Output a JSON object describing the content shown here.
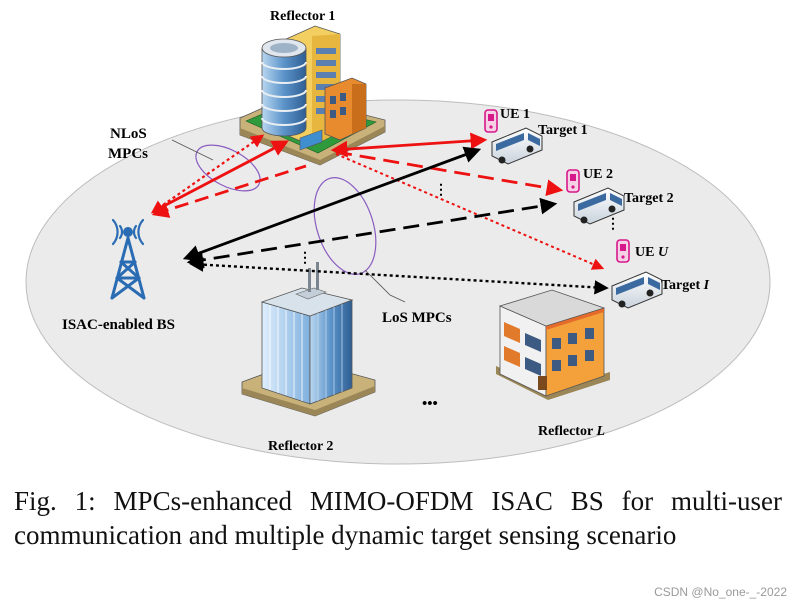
{
  "labels": {
    "reflector1": "Reflector 1",
    "reflector2": "Reflector 2",
    "reflector_l_prefix": "Reflector ",
    "reflector_l_var": "L",
    "nlos_line1": "NLoS",
    "nlos_line2": "MPCs",
    "los": "LoS MPCs",
    "bs": "ISAC-enabled BS",
    "ue1": "UE 1",
    "ue2": "UE 2",
    "ueu_prefix": "UE ",
    "ueu_var": "U",
    "target1": "Target 1",
    "target2": "Target 2",
    "targeti_prefix": "Target ",
    "targeti_var": "I",
    "dots_horizontal": "•••",
    "dots_vertical": "⋮"
  },
  "caption": "Fig. 1: MPCs-enhanced MIMO-OFDM ISAC BS for multi-user communication and multiple dynamic target sensing scenario",
  "watermark": "CSDN @No_one-_-2022",
  "colors": {
    "nlos_path": "#ee1111",
    "los_path": "#000000",
    "ground": "#ebebeb",
    "ue_device": "#d6188a",
    "ellipse_outline": "#8a5cc0"
  },
  "icons": [
    "base-station-tower-icon",
    "office-building-icon",
    "skyscraper-icon",
    "apartment-building-icon",
    "bus-icon",
    "mobile-phone-icon"
  ]
}
